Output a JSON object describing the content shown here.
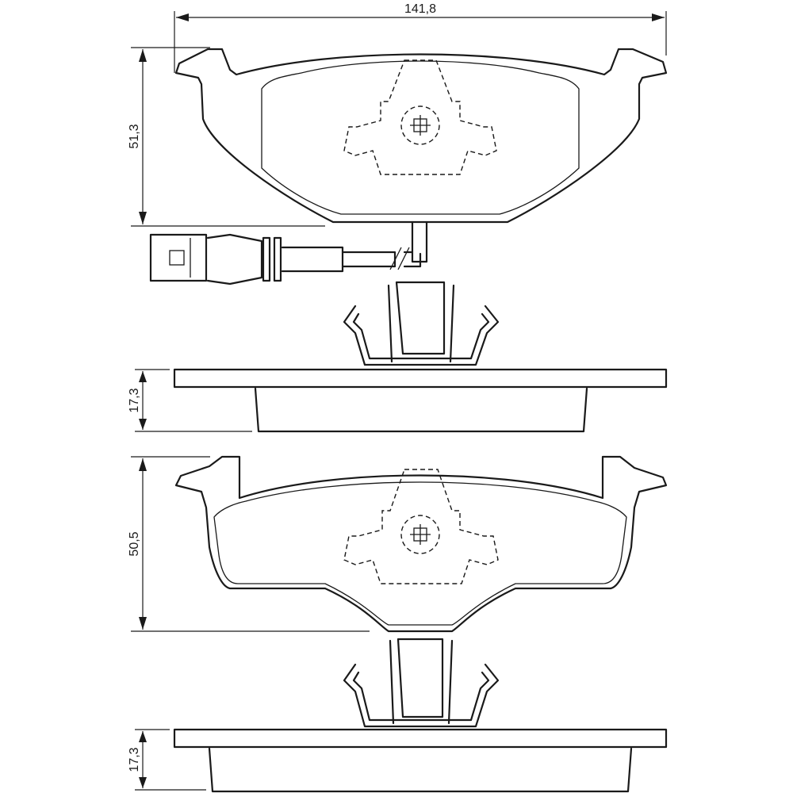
{
  "dimensions": {
    "width_top": "141,8",
    "height_upper_pad": "51,3",
    "thickness_upper_pad": "17,3",
    "height_lower_pad": "50,5",
    "thickness_lower_pad": "17,3"
  },
  "colors": {
    "line": "#1a1a1a",
    "background": "#ffffff"
  }
}
